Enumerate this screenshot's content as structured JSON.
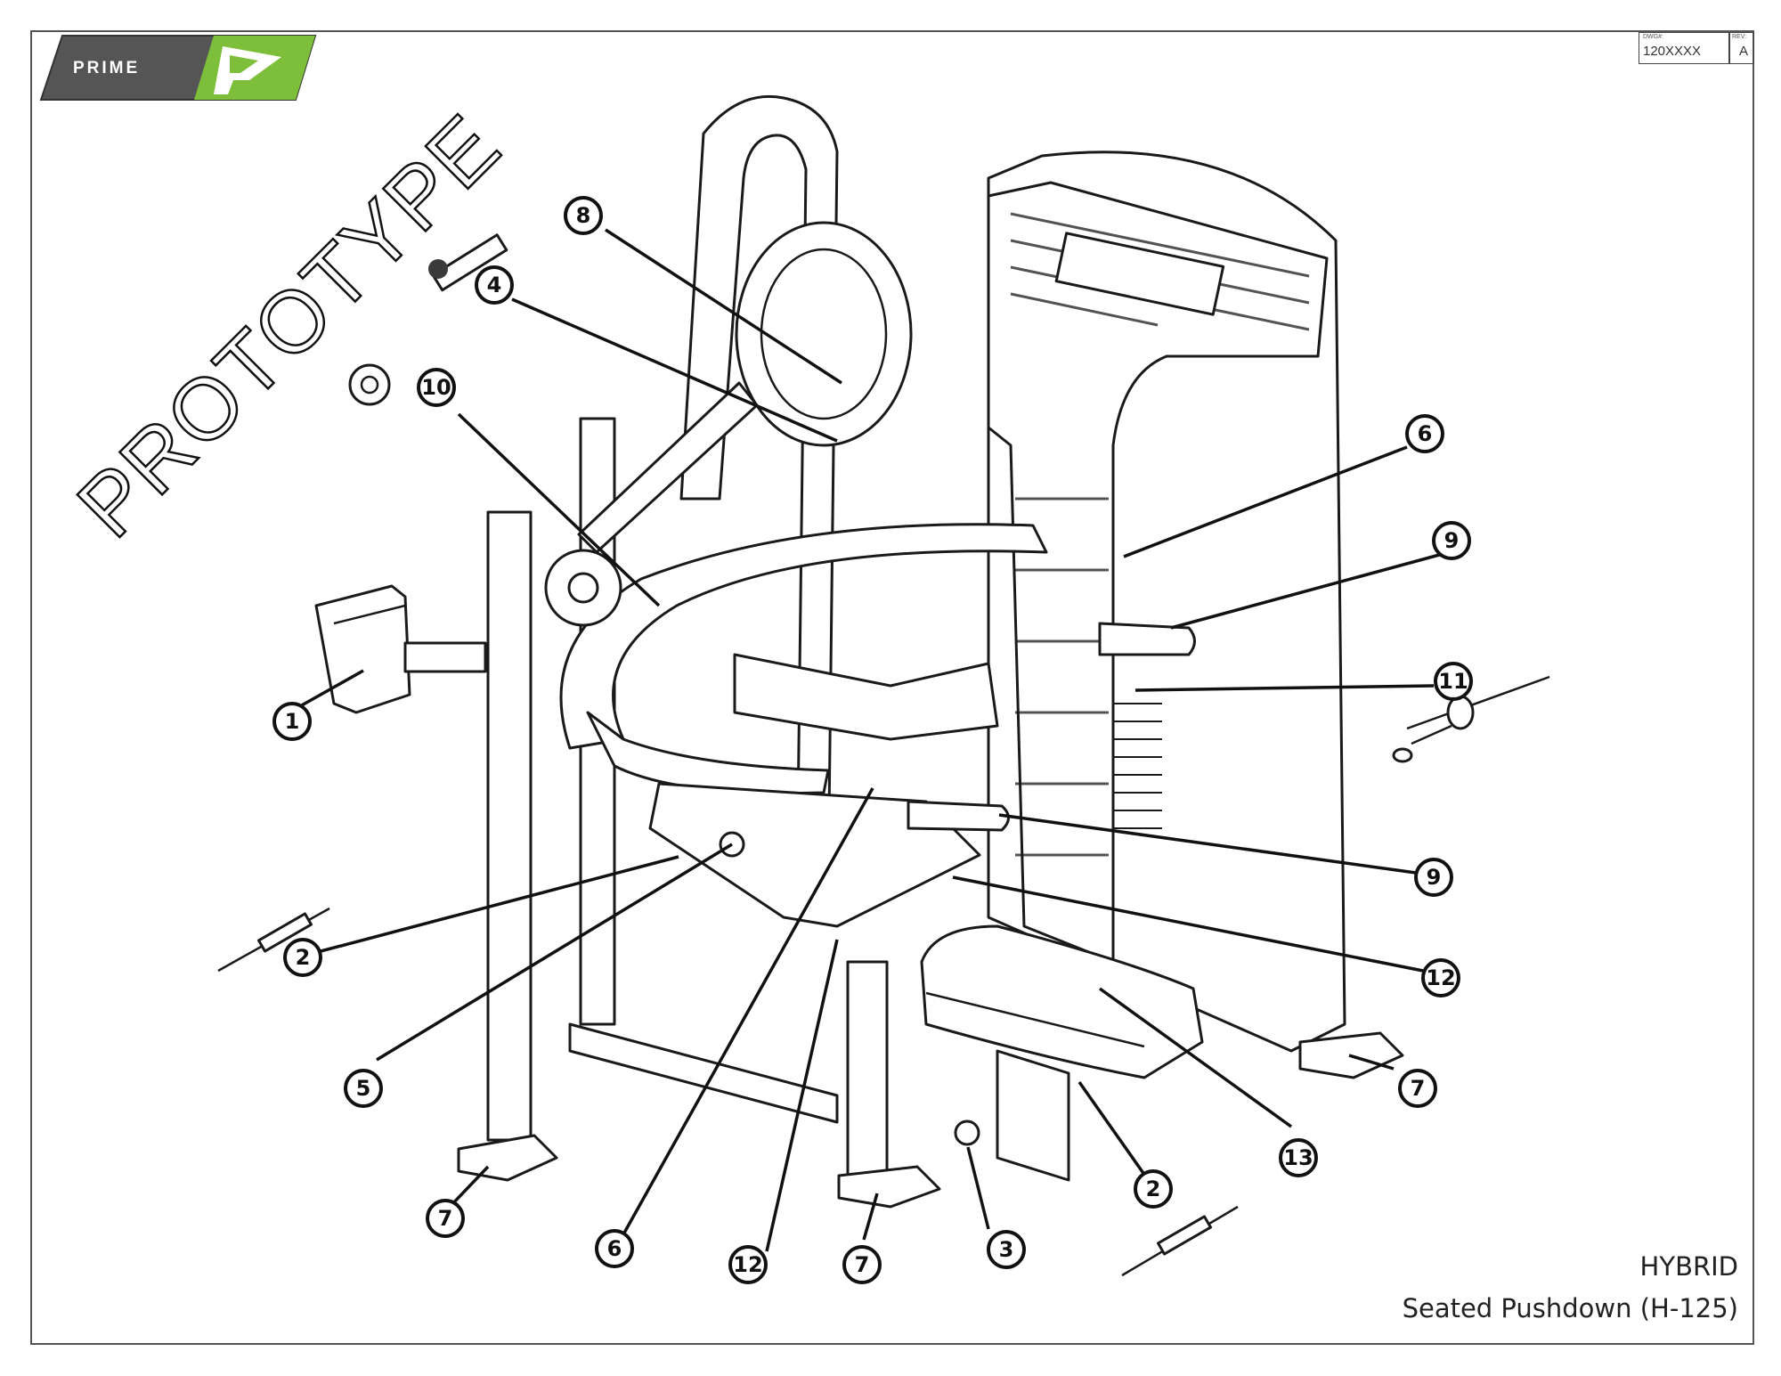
{
  "brand": {
    "name": "PRIME",
    "color": "#7dbf3a",
    "dark_color": "#555555"
  },
  "title_block": {
    "dwg_label": "DWG#:",
    "dwg_value": "120XXXX",
    "rev_label": "REV:",
    "rev_value": "A"
  },
  "watermark": "PROTOTYPE",
  "model": {
    "name": "HYBRID",
    "description": "Seated Pushdown (H-125)"
  },
  "callouts": [
    {
      "id": "c1",
      "label": "1"
    },
    {
      "id": "c2a",
      "label": "2"
    },
    {
      "id": "c2b",
      "label": "2"
    },
    {
      "id": "c3",
      "label": "3"
    },
    {
      "id": "c4",
      "label": "4"
    },
    {
      "id": "c5",
      "label": "5"
    },
    {
      "id": "c6a",
      "label": "6"
    },
    {
      "id": "c6b",
      "label": "6"
    },
    {
      "id": "c7a",
      "label": "7"
    },
    {
      "id": "c7b",
      "label": "7"
    },
    {
      "id": "c7c",
      "label": "7"
    },
    {
      "id": "c8",
      "label": "8"
    },
    {
      "id": "c9a",
      "label": "9"
    },
    {
      "id": "c9b",
      "label": "9"
    },
    {
      "id": "c10",
      "label": "10"
    },
    {
      "id": "c11",
      "label": "11"
    },
    {
      "id": "c12a",
      "label": "12"
    },
    {
      "id": "c12b",
      "label": "12"
    },
    {
      "id": "c13",
      "label": "13"
    }
  ]
}
